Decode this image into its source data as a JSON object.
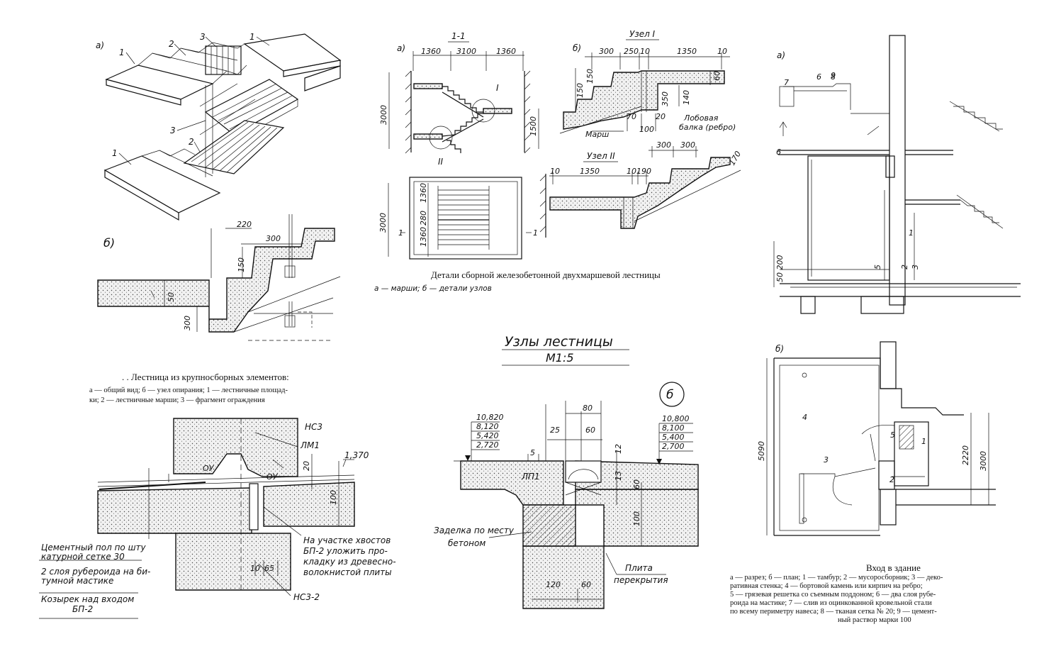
{
  "left_top": {
    "sub_a": "а)",
    "sub_b": "б)",
    "callouts": [
      "1",
      "2",
      "3",
      "1",
      "3",
      "1",
      "2"
    ],
    "dims": [
      "220",
      "300",
      "150",
      "50",
      "300"
    ],
    "caption_title": ". . Лестница из крупносборных элементов:",
    "caption_line1": "а — общий вид; б — узел опирания; 1 — лестничные площад-",
    "caption_line2": "ки; 2 — лестничные марши; 3 — фрагмент ограждения"
  },
  "middle_top": {
    "sub_a": "а)",
    "sub_b": "б)",
    "section": "1-1",
    "dims_section": [
      "1360",
      "3100",
      "1360",
      "3000",
      "1500"
    ],
    "node_markers": [
      "I",
      "II"
    ],
    "plan_dims": [
      "3000",
      "1360",
      "280",
      "1360"
    ],
    "plan_cut": [
      "1",
      "1"
    ],
    "node1_title": "Узел I",
    "node1_dims": [
      "300",
      "250",
      "10",
      "1350",
      "10",
      "150",
      "150",
      "60",
      "350",
      "140",
      "70",
      "20",
      "100"
    ],
    "node1_labels": [
      "Марш",
      "Лобовая",
      "балка (ребро)"
    ],
    "node2_title": "Узел II",
    "node2_dims": [
      "300",
      "300",
      "10",
      "1350",
      "10",
      "190",
      "170"
    ],
    "caption_title": "Детали сборной железобетонной двухмаршевой лестницы",
    "caption_sub": "а — марши; б — детали узлов"
  },
  "right_top": {
    "sub_a": "а)",
    "callouts": [
      "9",
      "8",
      "6",
      "7",
      "6",
      "1",
      "2",
      "3",
      "5"
    ],
    "dims": [
      "50 200"
    ]
  },
  "right_bottom": {
    "sub_b": "б)",
    "callouts": [
      "4",
      "5",
      "1",
      "3",
      "2"
    ],
    "dims": [
      "5090",
      "2220",
      "3000"
    ],
    "caption_title": "Вход в здание",
    "caption_lines": [
      "а — разрез; б — план; 1 — тамбур; 2 — мусоросборник; 3 — деко-",
      "ративная стенка; 4 — бортовой камень или кирпич на ребро;",
      "5 — грязевая решетка со съемным поддоном; 6 — два слоя рубе-",
      "роида на мастике; 7 — слив из оцинкованной кровельной стали",
      "по всему периметру навеса; 8 — тканая сетка № 20; 9 — цемент-",
      "ный раствор марки 100"
    ]
  },
  "center_title": {
    "line1": "Узлы лестницы",
    "line2": "М1:5"
  },
  "bottom_left": {
    "tags": [
      "НС3",
      "ЛМ1",
      "НС3-2",
      "ОУ",
      "ОУ"
    ],
    "level": "1,370",
    "dims": [
      "20",
      "100",
      "10",
      "65"
    ],
    "notes": [
      "Цементный пол по шту",
      "катурной сетке  30",
      "2 слоя рубероида на би-",
      "тумной мастике",
      "Козырек над входом",
      "БП-2"
    ],
    "note_right": [
      "На участке хвостов",
      "БП-2  уложить про-",
      "кладку из древесно-",
      "волокнистой плиты"
    ]
  },
  "bottom_mid": {
    "circle_label": "б",
    "levels_left": [
      "10,820",
      "8,120",
      "5,420",
      "2,720"
    ],
    "levels_right": [
      "10,800",
      "8,100",
      "5,400",
      "2,700"
    ],
    "dims": [
      "80",
      "25",
      "60",
      "5",
      "12",
      "13",
      "60",
      "100",
      "120",
      "60"
    ],
    "tag": "ЛП1",
    "labels": [
      "Заделка по месту",
      "бетоном",
      "Плита",
      "перекрытия"
    ]
  }
}
